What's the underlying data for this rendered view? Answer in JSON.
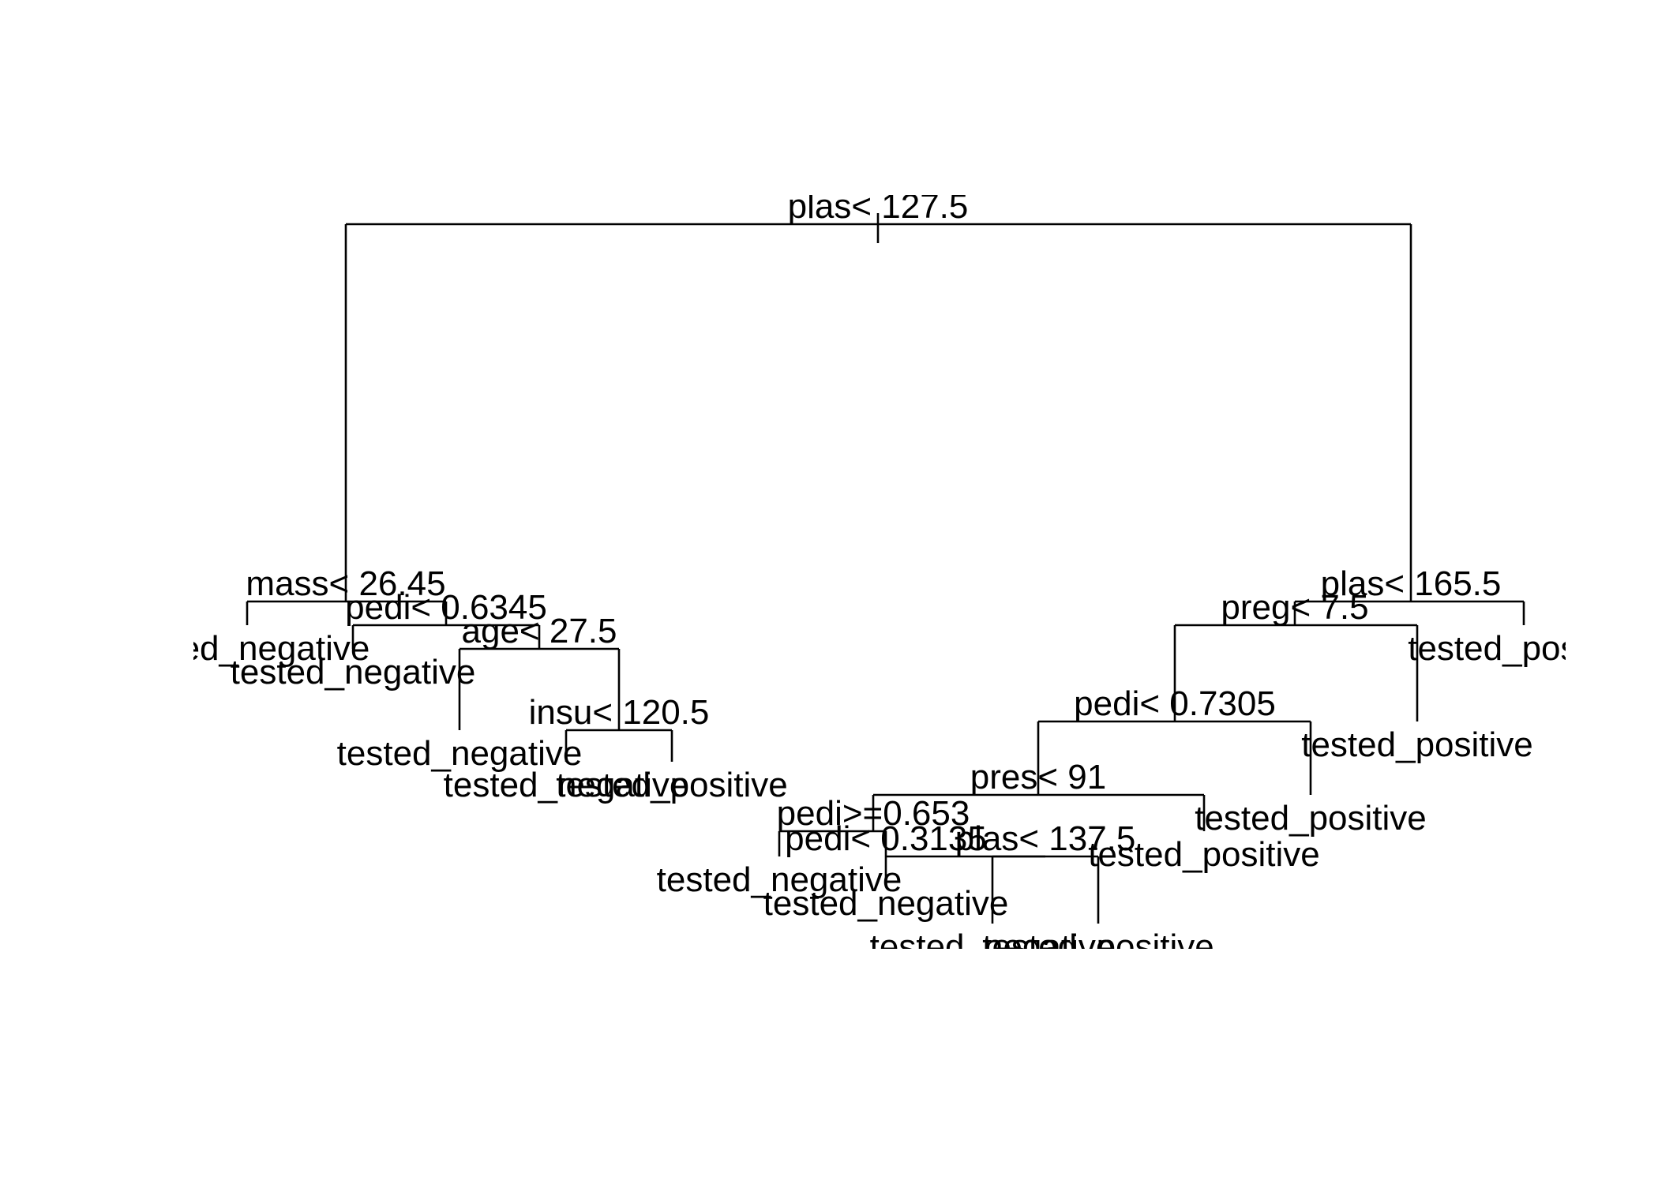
{
  "tree": {
    "root": {
      "split": "plas< 127.5",
      "left": {
        "split": "mass< 26.45",
        "left": {
          "leaf": "tested_negative"
        },
        "right": {
          "split": "pedi< 0.6345",
          "left": {
            "leaf": "tested_negative"
          },
          "right": {
            "split": "age< 27.5",
            "left": {
              "leaf": "tested_negative"
            },
            "right": {
              "split": "insu< 120.5",
              "left": {
                "leaf": "tested_negative"
              },
              "right": {
                "leaf": "tested_positive"
              }
            }
          }
        }
      },
      "right": {
        "split": "plas< 165.5",
        "left": {
          "split": "preg< 7.5",
          "left": {
            "split": "pedi< 0.7305",
            "left": {
              "split": "pres< 91",
              "left": {
                "split": "pedi>=0.653",
                "left": {
                  "leaf": "tested_negative"
                },
                "right": {
                  "split": "pedi< 0.3135",
                  "left": {
                    "leaf": "tested_negative"
                  },
                  "right": {
                    "split": "plas< 137.5",
                    "left": {
                      "leaf": "tested_negative"
                    },
                    "right": {
                      "leaf": "tested_positive"
                    }
                  }
                }
              },
              "right": {
                "leaf": "tested_positive"
              }
            },
            "right": {
              "leaf": "tested_positive"
            }
          },
          "right": {
            "leaf": "tested_positive"
          }
        },
        "right": {
          "leaf": "tested_positive"
        }
      }
    }
  }
}
